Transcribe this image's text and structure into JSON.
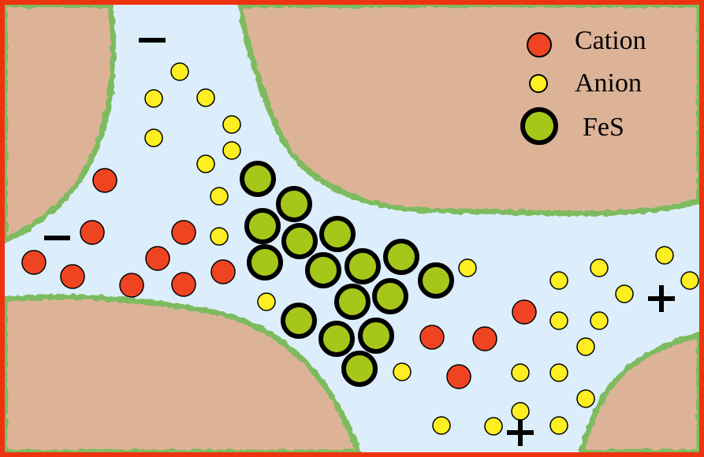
{
  "colors": {
    "frame": "#ee3311",
    "grain": "#ddb398",
    "pore_fluid": "#dceefc",
    "grain_edge": "#7dbb5f",
    "cation": "#ee4422",
    "anion": "#ffee22",
    "fes": "#a6c619",
    "outline": "#000000"
  },
  "legend": {
    "cation": {
      "label": "Cation",
      "icon": "red-circle"
    },
    "anion": {
      "label": "Anion",
      "icon": "yellow-circle"
    },
    "fes": {
      "label": "FeS",
      "icon": "green-thick-ring-circle"
    }
  },
  "charges": {
    "top_left": "−",
    "left": "−",
    "right": "+",
    "bottom_right": "+"
  }
}
